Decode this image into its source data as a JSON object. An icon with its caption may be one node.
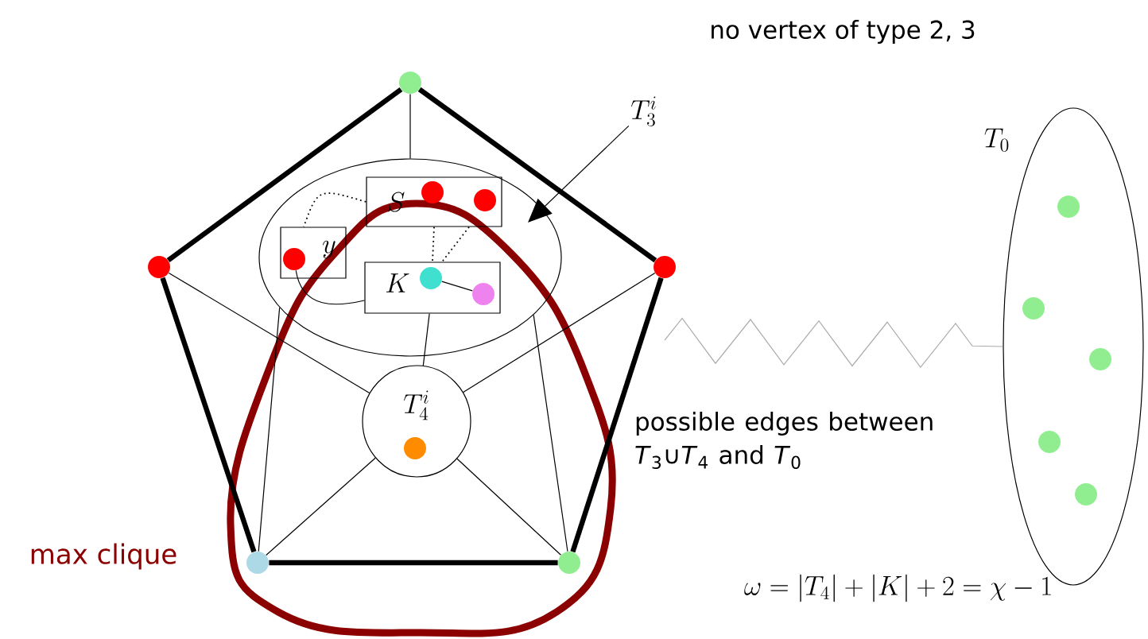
{
  "diagram": {
    "nodes": [
      {
        "text": [],
        "shape": "circle"
      },
      {
        "text": [],
        "shape": "circle"
      },
      {
        "text": [],
        "shape": "circle"
      },
      {
        "text": [],
        "shape": "circle"
      },
      {
        "text": [],
        "shape": "circle"
      },
      {
        "text": [],
        "shape": "ellipse"
      },
      {
        "text": [
          "S"
        ],
        "in": 5
      },
      {
        "text": [
          "y"
        ],
        "in": 5
      },
      {
        "text": [
          "K"
        ],
        "in": 5
      },
      {
        "text": [],
        "shape": "circle",
        "in": 6
      },
      {
        "text": [],
        "shape": "circle",
        "in": 6
      },
      {
        "text": [],
        "shape": "circle",
        "in": 7
      },
      {
        "text": [],
        "shape": "circle",
        "in": 8
      },
      {
        "text": [],
        "shape": "circle",
        "in": 8
      },
      {
        "text": [
          "T_4^i"
        ]
      },
      {
        "text": [],
        "shape": "circle",
        "in": 14
      },
      {
        "text": [
          "T_0"
        ]
      },
      {
        "text": [],
        "shape": "circle",
        "in": 16
      },
      {
        "text": [],
        "shape": "circle",
        "in": 16
      },
      {
        "text": [],
        "shape": "circle",
        "in": 16
      },
      {
        "text": [],
        "shape": "circle",
        "in": 16
      },
      {
        "text": [],
        "shape": "circle",
        "in": 16
      },
      {
        "text": [
          "T_3^i"
        ]
      }
    ],
    "edges": [
      {
        "from": 0,
        "to": 1,
        "arrow": "none",
        "style": "thick"
      },
      {
        "from": 0,
        "to": 2,
        "arrow": "none",
        "style": "thick"
      },
      {
        "from": 1,
        "to": 3,
        "arrow": "none",
        "style": "thick"
      },
      {
        "from": 2,
        "to": 4,
        "arrow": "none",
        "style": "thick"
      },
      {
        "from": 3,
        "to": 4,
        "arrow": "none",
        "style": "thick"
      },
      {
        "from": 0,
        "to": 5,
        "arrow": "none"
      },
      {
        "from": 5,
        "to": 3,
        "arrow": "none"
      },
      {
        "from": 5,
        "to": 4,
        "arrow": "none"
      },
      {
        "from": 1,
        "to": 14,
        "arrow": "none"
      },
      {
        "from": 2,
        "to": 14,
        "arrow": "none"
      },
      {
        "from": 8,
        "to": 14,
        "arrow": "none"
      },
      {
        "from": 14,
        "to": 3,
        "arrow": "none"
      },
      {
        "from": 14,
        "to": 4,
        "arrow": "none"
      },
      {
        "from": 6,
        "to": 7,
        "arrow": "none",
        "style": "dashed"
      },
      {
        "from": 6,
        "to": 8,
        "arrow": "none",
        "style": "dashed"
      },
      {
        "from": 6,
        "to": 8,
        "arrow": "none",
        "style": "dashed"
      },
      {
        "from": 11,
        "to": 8,
        "arrow": "none"
      },
      {
        "from": 12,
        "to": 13,
        "arrow": "none"
      },
      {
        "from": 22,
        "to": 5,
        "arrow": "to"
      },
      {
        "from": null,
        "to": 16,
        "arrow": "none",
        "color": "#aaaaaa"
      }
    ],
    "labels": [
      "no vertex of type 2, 3",
      "possible edges between *T*$_{3}$∪*T*$_{4}$ and *T*$_{0}$",
      "max clique",
      "\\omega = |T_4| + |K| + 2 = \\chi - 1"
    ]
  }
}
